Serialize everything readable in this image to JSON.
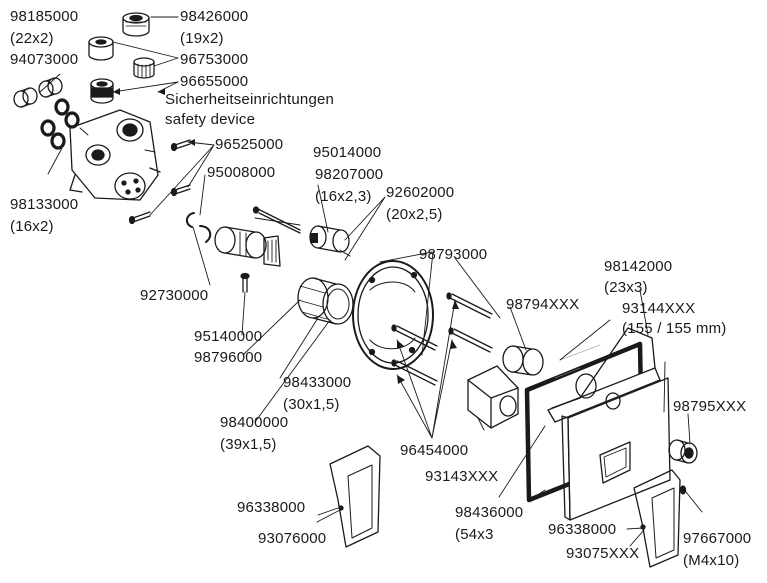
{
  "labels": {
    "p98185000": "98185000",
    "s22x2": "(22x2)",
    "p94073000": "94073000",
    "p98426000": "98426000",
    "s19x2": "(19x2)",
    "p96753000": "96753000",
    "p96655000": "96655000",
    "safety_de": "Sicherheitseinrichtungen",
    "safety_en": "safety device",
    "p96525000": "96525000",
    "p98133000": "98133000",
    "s16x2": "(16x2)",
    "p95008000": "95008000",
    "p95014000": "95014000",
    "p98207000": "98207000",
    "s16x23": "(16x2,3)",
    "p92602000": "92602000",
    "s20x25": "(20x2,5)",
    "p98793000": "98793000",
    "p92730000": "92730000",
    "p98142000": "98142000",
    "s23x3": "(23x3)",
    "p93144xxx": "93144XXX",
    "s155": "(155 / 155 mm)",
    "p98794xxx": "98794XXX",
    "p95140000": "95140000",
    "p98796000": "98796000",
    "p98433000": "98433000",
    "s30x15": "(30x1,5)",
    "p98400000": "98400000",
    "s39x15": "(39x1,5)",
    "p98795xxx": "98795XXX",
    "p96454000": "96454000",
    "p93143xxx": "93143XXX",
    "p96338000a": "96338000",
    "p93076000": "93076000",
    "p98436000": "98436000",
    "s54x3": "(54x3",
    "p96338000b": "96338000",
    "p93075xxx": "93075XXX",
    "p97667000": "97667000",
    "sM4x10": "(M4x10)"
  }
}
